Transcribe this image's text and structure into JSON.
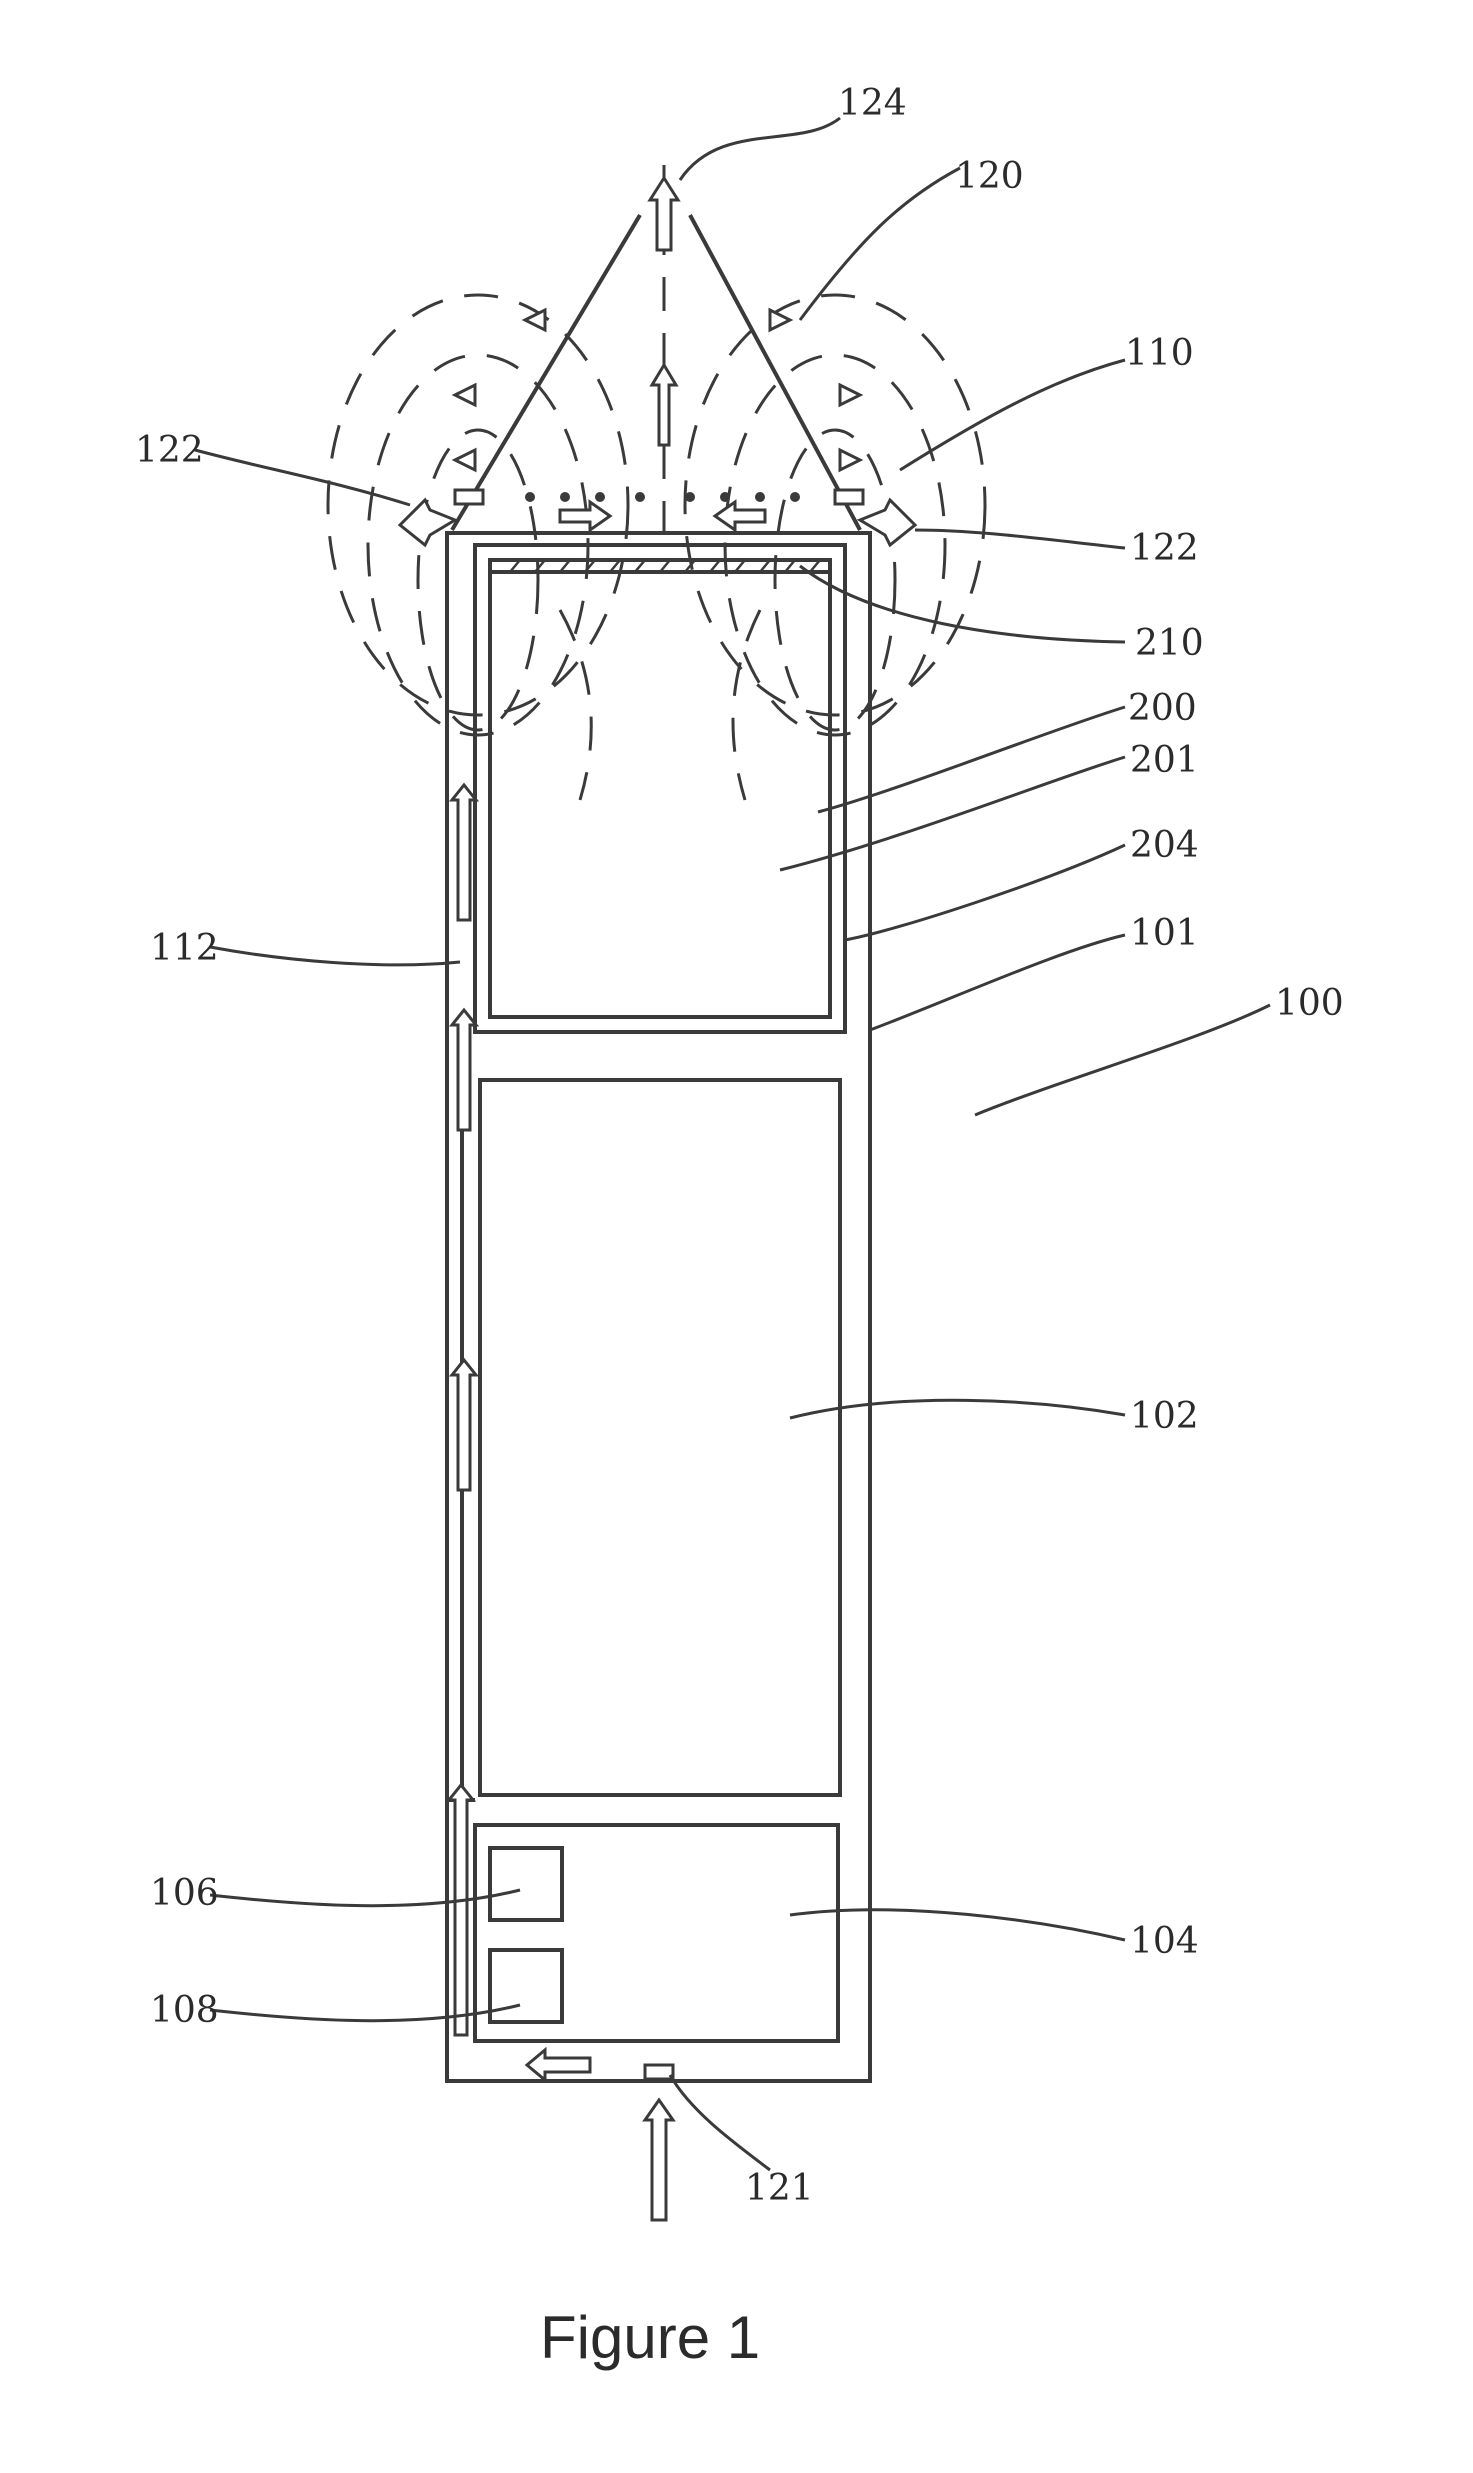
{
  "figure": {
    "caption": "Figure 1",
    "reference_numerals": {
      "n100": "100",
      "n101": "101",
      "n102": "102",
      "n104": "104",
      "n106": "106",
      "n108": "108",
      "n110": "110",
      "n112": "112",
      "n120": "120",
      "n121": "121",
      "n122_left": "122",
      "n122_right": "122",
      "n124": "124",
      "n200": "200",
      "n201": "201",
      "n204": "204",
      "n210": "210"
    }
  }
}
